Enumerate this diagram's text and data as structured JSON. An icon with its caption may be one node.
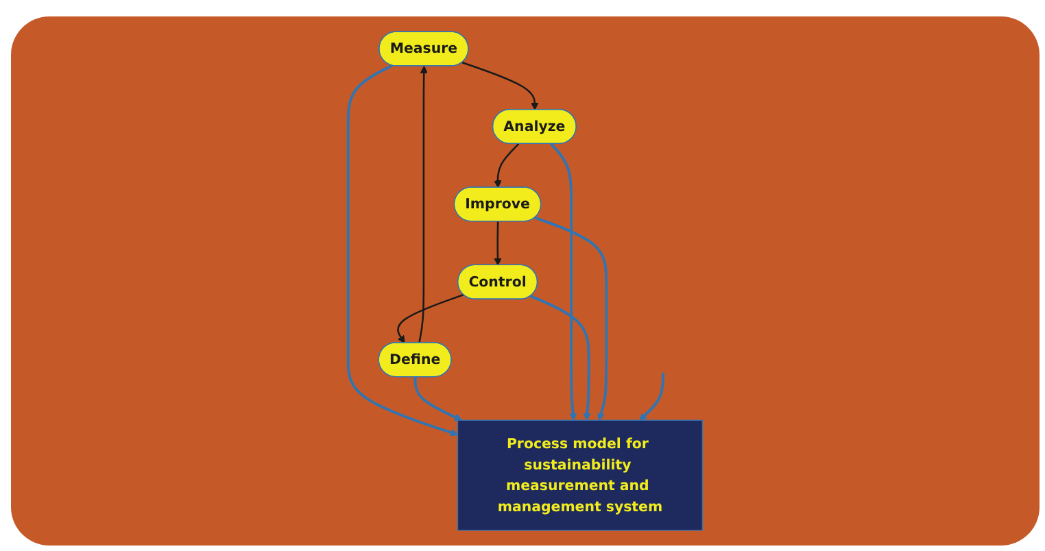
{
  "diagram": {
    "nodes": [
      {
        "text": [
          "Measure"
        ]
      },
      {
        "text": [
          "Define"
        ]
      },
      {
        "text": [
          "Analyze"
        ]
      },
      {
        "text": [
          "Process model for sustainability measurement and management system"
        ]
      },
      {
        "text": [
          "Control"
        ]
      },
      {
        "text": [
          "Improve"
        ]
      }
    ],
    "edges": [
      {
        "from": 1,
        "to": 0,
        "arrow": "to",
        "color": "#1a1a1a"
      },
      {
        "from": 0,
        "to": 2,
        "arrow": "to",
        "color": "#1a1a1a"
      },
      {
        "from": 2,
        "to": 5,
        "arrow": "to",
        "color": "#1a1a1a"
      },
      {
        "from": 5,
        "to": 4,
        "arrow": "to",
        "color": "#1a1a1a"
      },
      {
        "from": 4,
        "to": 1,
        "arrow": "to",
        "color": "#1a1a1a"
      },
      {
        "from": 0,
        "to": 3,
        "arrow": "to"
      },
      {
        "from": 1,
        "to": 3,
        "arrow": "to"
      },
      {
        "from": 2,
        "to": 3,
        "arrow": "to"
      },
      {
        "from": 4,
        "to": 3,
        "arrow": "to"
      },
      {
        "from": 5,
        "to": 3,
        "arrow": "to"
      },
      {
        "from": null,
        "to": 3,
        "arrow": "to"
      }
    ]
  }
}
